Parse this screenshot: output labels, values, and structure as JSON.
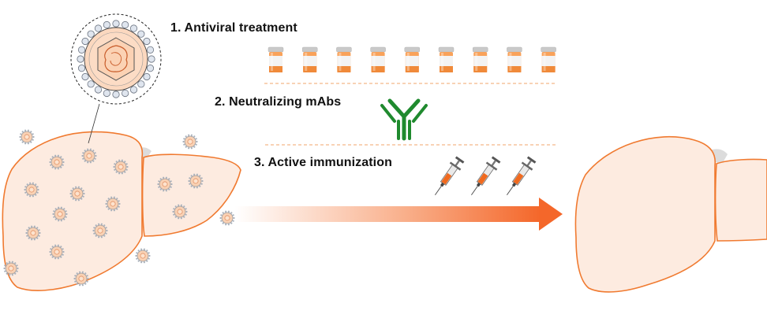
{
  "steps": [
    {
      "label": "1. Antiviral treatment",
      "icon": "pill-bottle-icon",
      "count": 9
    },
    {
      "label": "2. Neutralizing  mAbs",
      "icon": "antibody-icon",
      "count": 1
    },
    {
      "label": "3. Active immunization",
      "icon": "syringe-icon",
      "count": 3
    }
  ],
  "colors": {
    "liver_outline": "#f07a30",
    "liver_fill": "#fdebe0",
    "arrow": "#f4672a",
    "antibody": "#1f8a2e",
    "bottle_cap": "#c9c9c9",
    "bottle_label": "#f08a3a",
    "virus": "#f0b08a",
    "separator": "#f2a56b"
  },
  "diagram": {
    "left_liver": "infected-liver",
    "right_liver": "healthy-liver",
    "inset": "virus-particle-zoom",
    "arrow": "treatment-arrow"
  }
}
